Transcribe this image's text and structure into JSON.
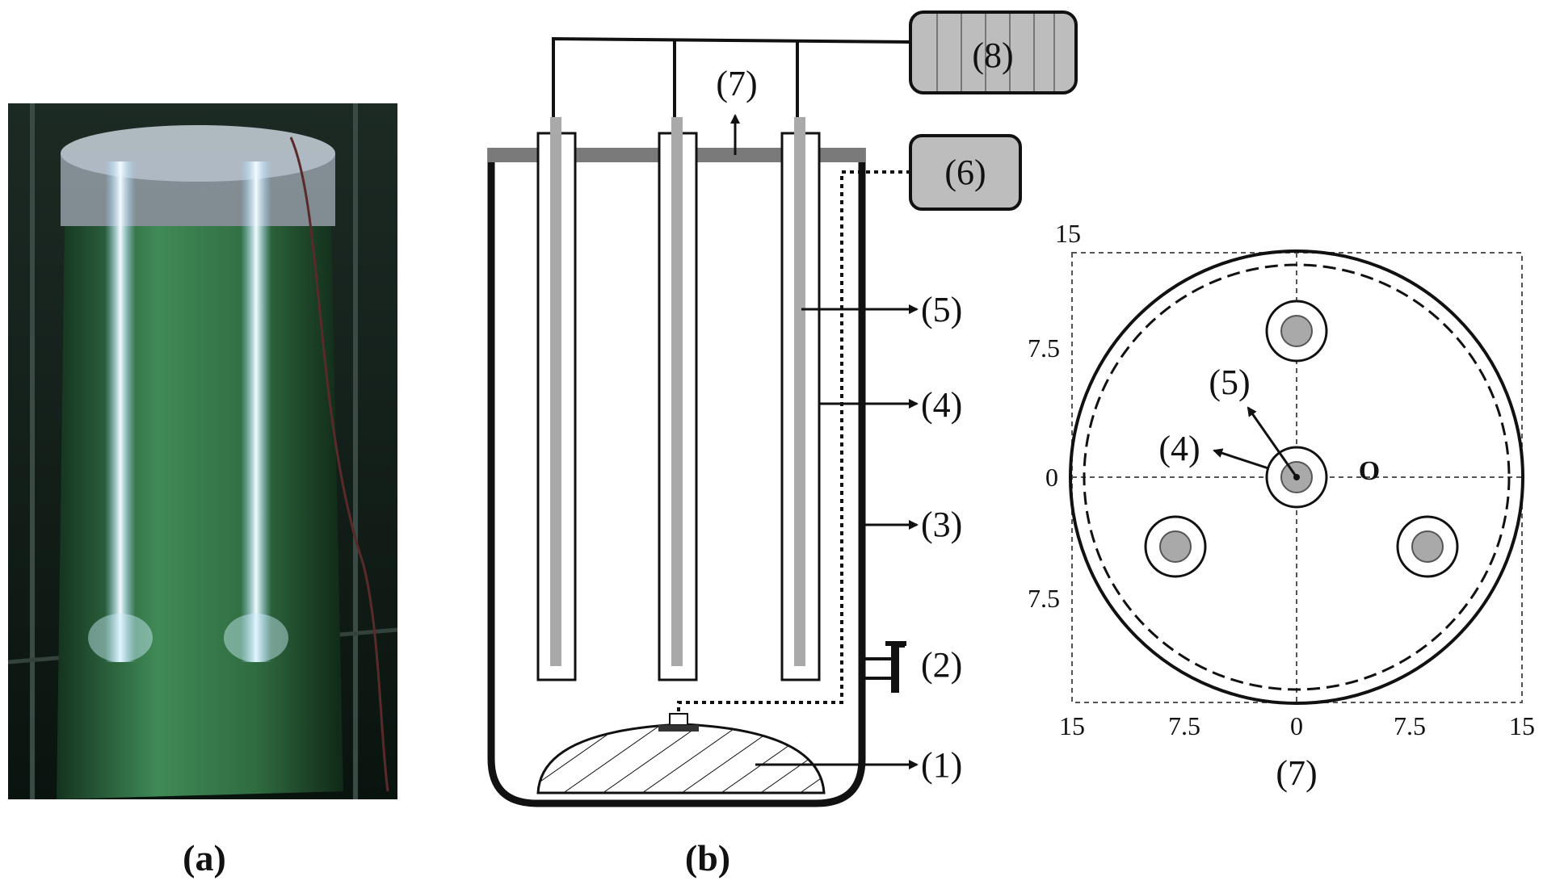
{
  "captions": {
    "a": "(a)",
    "b": "(b)"
  },
  "labels": {
    "l1": "(1)",
    "l2": "(2)",
    "l3": "(3)",
    "l4": "(4)",
    "l5": "(5)",
    "l6": "(6)",
    "l7": "(7)",
    "l8": "(8)"
  },
  "topview": {
    "origin": "O",
    "label_4": "(4)",
    "label_5": "(5)",
    "caption": "(7)",
    "ticks_x": [
      "15",
      "7.5",
      "0",
      "7.5",
      "15"
    ],
    "ticks_y": [
      "15",
      "7.5",
      "0",
      "7.5"
    ]
  },
  "colors": {
    "culture_green": "#2f6b3f",
    "culture_dark": "#0f2a19",
    "light_tube": "#e8f6ff",
    "box_fill": "#bdbdbd",
    "rod_fill": "#a9a9a9",
    "lid_fill": "#7a7a7a"
  }
}
